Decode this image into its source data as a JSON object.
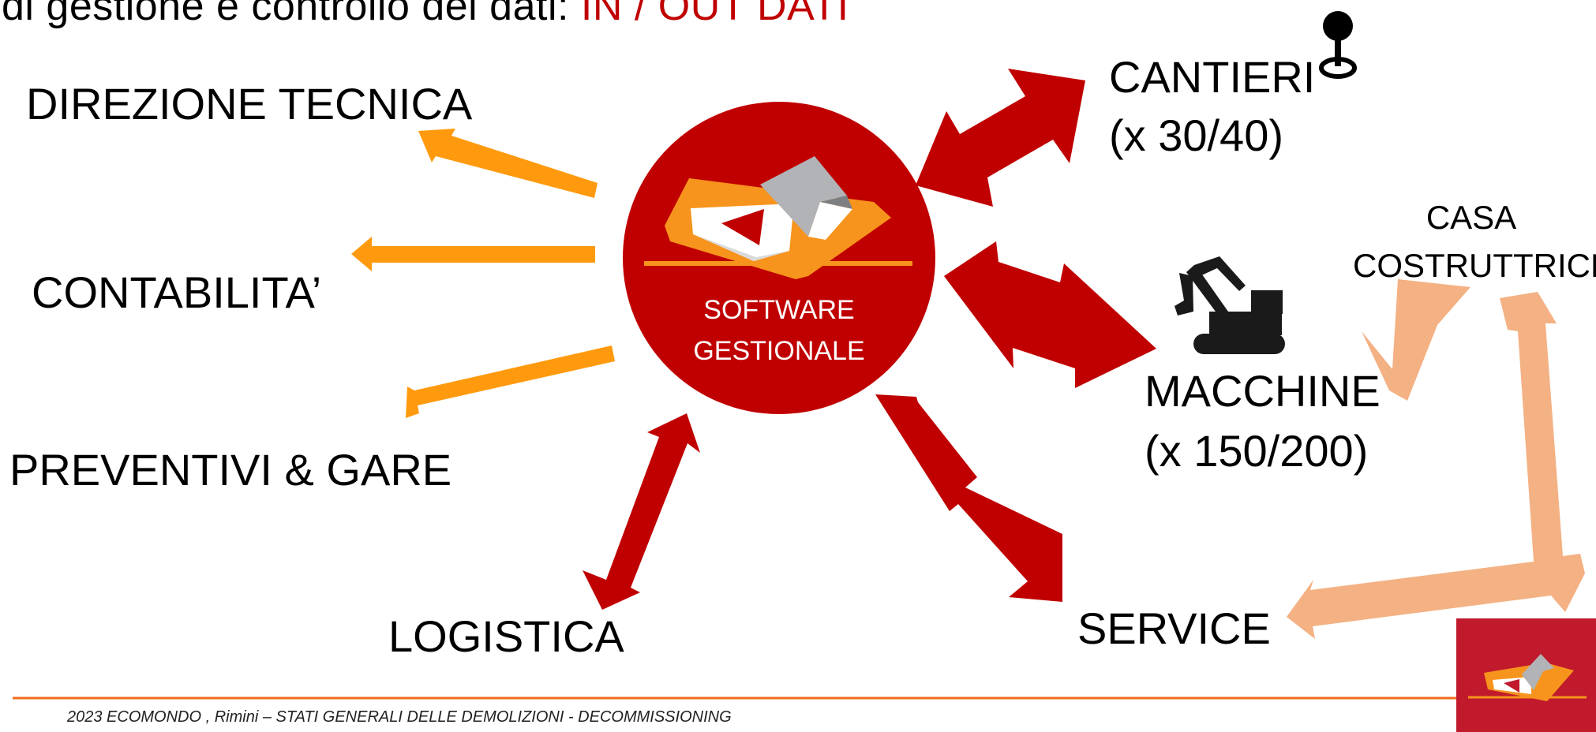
{
  "header": {
    "title_prefix": "di gestione e controllo dei dati: ",
    "title_accent": "IN / OUT  DATI"
  },
  "hub": {
    "line1": "SOFTWARE",
    "line2": "GESTIONALE"
  },
  "nodes": {
    "direzione_tecnica": "DIREZIONE TECNICA",
    "contabilita": "CONTABILITA’",
    "preventivi_gare": "PREVENTIVI & GARE",
    "logistica": "LOGISTICA",
    "cantieri": "CANTIERI",
    "cantieri_count": "(x 30/40)",
    "macchine": "MACCHINE",
    "macchine_count": "(x 150/200)",
    "service": "SERVICE",
    "casa_line1": "CASA",
    "casa_line2": "COSTRUTTRICE"
  },
  "footer": {
    "text": "2023 ECOMONDO , Rimini – STATI GENERALI DELLE DEMOLIZIONI - DECOMMISSIONING"
  },
  "colors": {
    "red": "#c00000",
    "orange": "#ff9a0e",
    "peach": "#f4b183",
    "logo_orange": "#f7941d",
    "logo_grey": "#b1b3b6",
    "footer_line": "#f26b1d",
    "corner_badge": "#c01a2c"
  },
  "icons": [
    "map-pin-icon",
    "excavator-icon",
    "company-logo"
  ]
}
